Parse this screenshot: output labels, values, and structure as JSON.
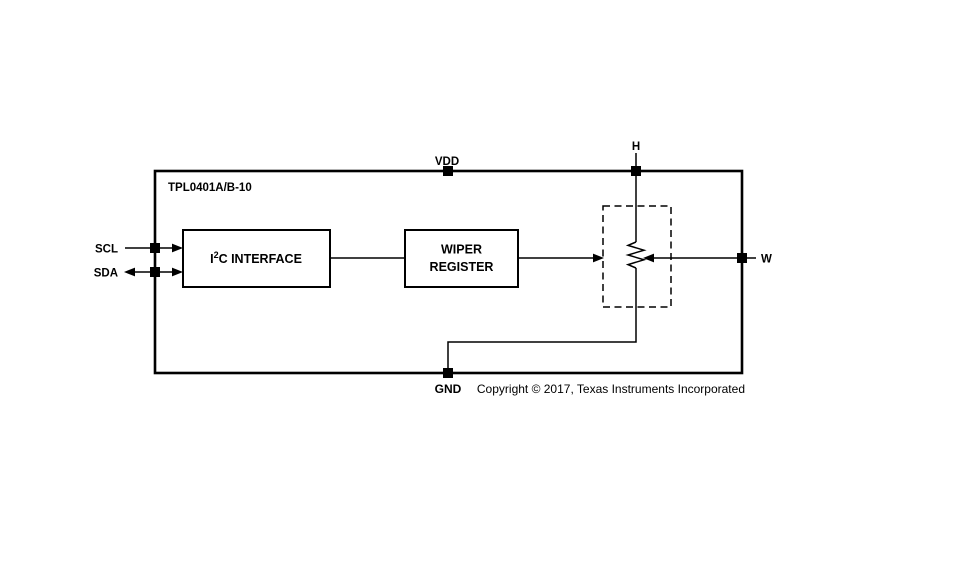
{
  "diagram": {
    "chip_label": "TPL0401A/B-10",
    "blocks": {
      "i2c": {
        "pre": "I",
        "sup": "2",
        "post": "C INTERFACE"
      },
      "wiper": {
        "line1": "WIPER",
        "line2": "REGISTER"
      }
    },
    "pins": {
      "vdd": "VDD",
      "h": "H",
      "scl": "SCL",
      "sda": "SDA",
      "w": "W",
      "gnd": "GND"
    },
    "footer": {
      "copyright": "Copyright © 2017, Texas Instruments Incorporated"
    },
    "colors": {
      "ink": "#000000",
      "background": "#ffffff"
    }
  }
}
